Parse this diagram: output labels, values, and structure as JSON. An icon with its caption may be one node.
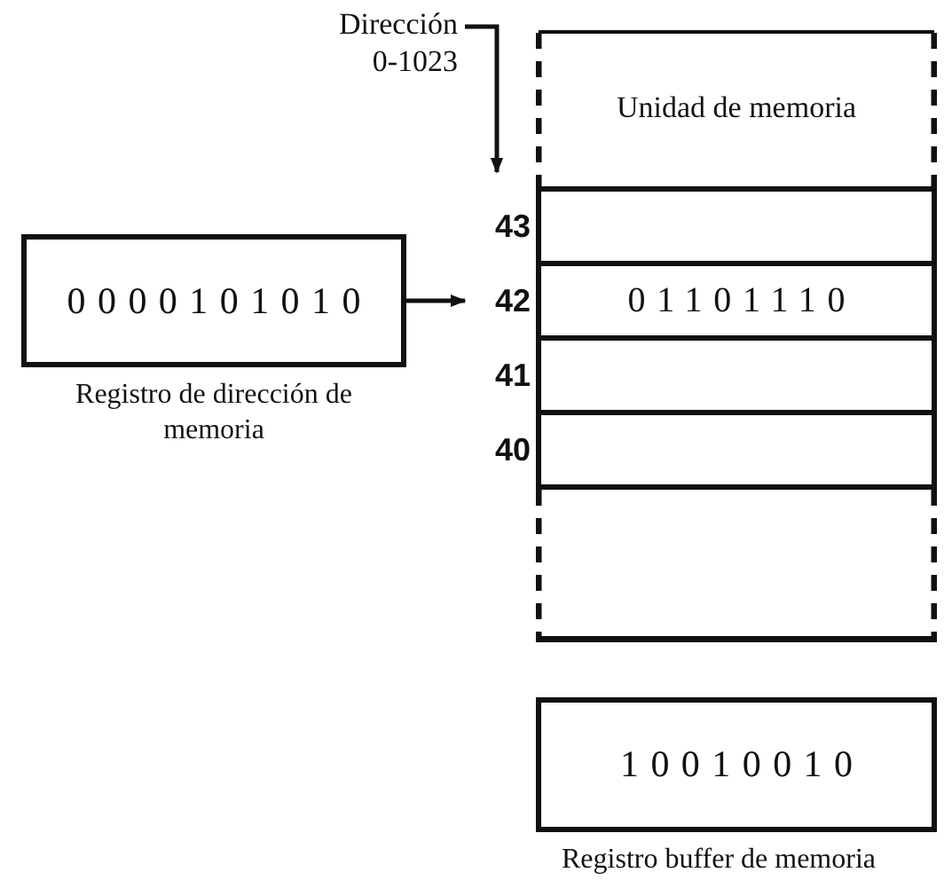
{
  "diagram": {
    "nodes": [
      {
        "text": [
          "Dirección 0-1023"
        ]
      },
      {
        "text": [
          "Unidad de memoria"
        ]
      },
      {
        "text": [],
        "shape": "box",
        "in": 1,
        "beside": [
          "43"
        ]
      },
      {
        "text": [
          "01101110"
        ],
        "in": 1,
        "beside": [
          "42"
        ]
      },
      {
        "text": [],
        "shape": "box",
        "in": 1,
        "beside": [
          "41"
        ]
      },
      {
        "text": [],
        "shape": "box",
        "in": 1,
        "beside": [
          "40"
        ]
      },
      {
        "text": [
          "0000101010"
        ],
        "beside": [
          "Registro de dirección de memoria"
        ]
      },
      {
        "text": [
          "10010010"
        ],
        "beside": [
          "Registro buffer de memoria"
        ]
      }
    ],
    "edges": [
      {
        "from": 0,
        "to": 2,
        "arrow": "to"
      },
      {
        "from": 6,
        "to": 3,
        "arrow": "to"
      }
    ]
  }
}
